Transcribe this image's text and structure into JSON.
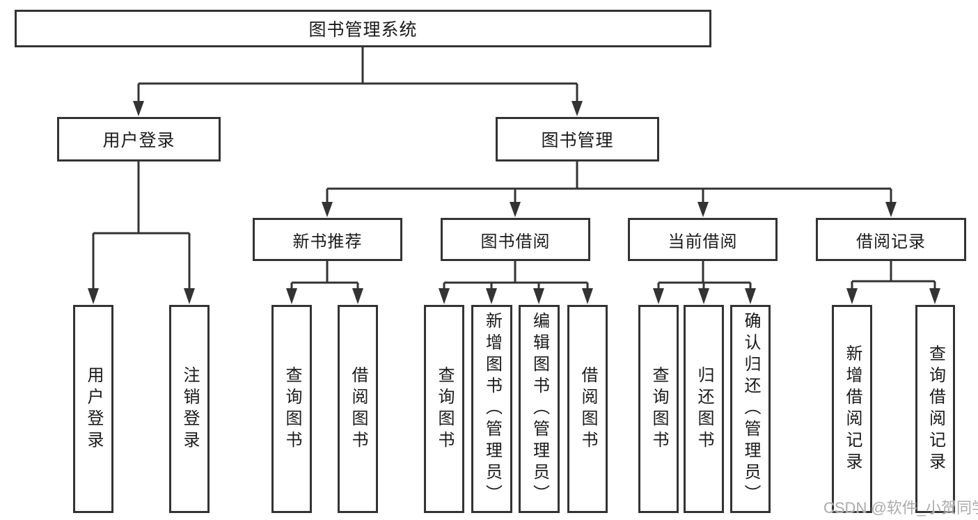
{
  "colors": {
    "line": "#333333",
    "box_border": "#333333",
    "box_fill": "#ffffff",
    "text": "#1a1a1a",
    "watermark": "#ababab",
    "background": "#ffffff"
  },
  "tree": {
    "root": {
      "label": "图书管理系统"
    },
    "level2": [
      {
        "label": "用户登录"
      },
      {
        "label": "图书管理"
      }
    ],
    "level3": [
      {
        "label": "新书推荐"
      },
      {
        "label": "图书借阅"
      },
      {
        "label": "当前借阅"
      },
      {
        "label": "借阅记录"
      }
    ],
    "leaves": [
      {
        "label": "用户登录"
      },
      {
        "label": "注销登录"
      },
      {
        "label": "查询图书"
      },
      {
        "label": "借阅图书"
      },
      {
        "label": "查询图书"
      },
      {
        "label": "新增图书（管理员）"
      },
      {
        "label": "编辑图书（管理员）"
      },
      {
        "label": "借阅图书"
      },
      {
        "label": "查询图书"
      },
      {
        "label": "归还图书"
      },
      {
        "label": "确认归还（管理员）"
      },
      {
        "label": "新增借阅记录"
      },
      {
        "label": "查询借阅记录"
      }
    ]
  },
  "watermark": {
    "text": "CSDN @软件_小贺同学"
  }
}
